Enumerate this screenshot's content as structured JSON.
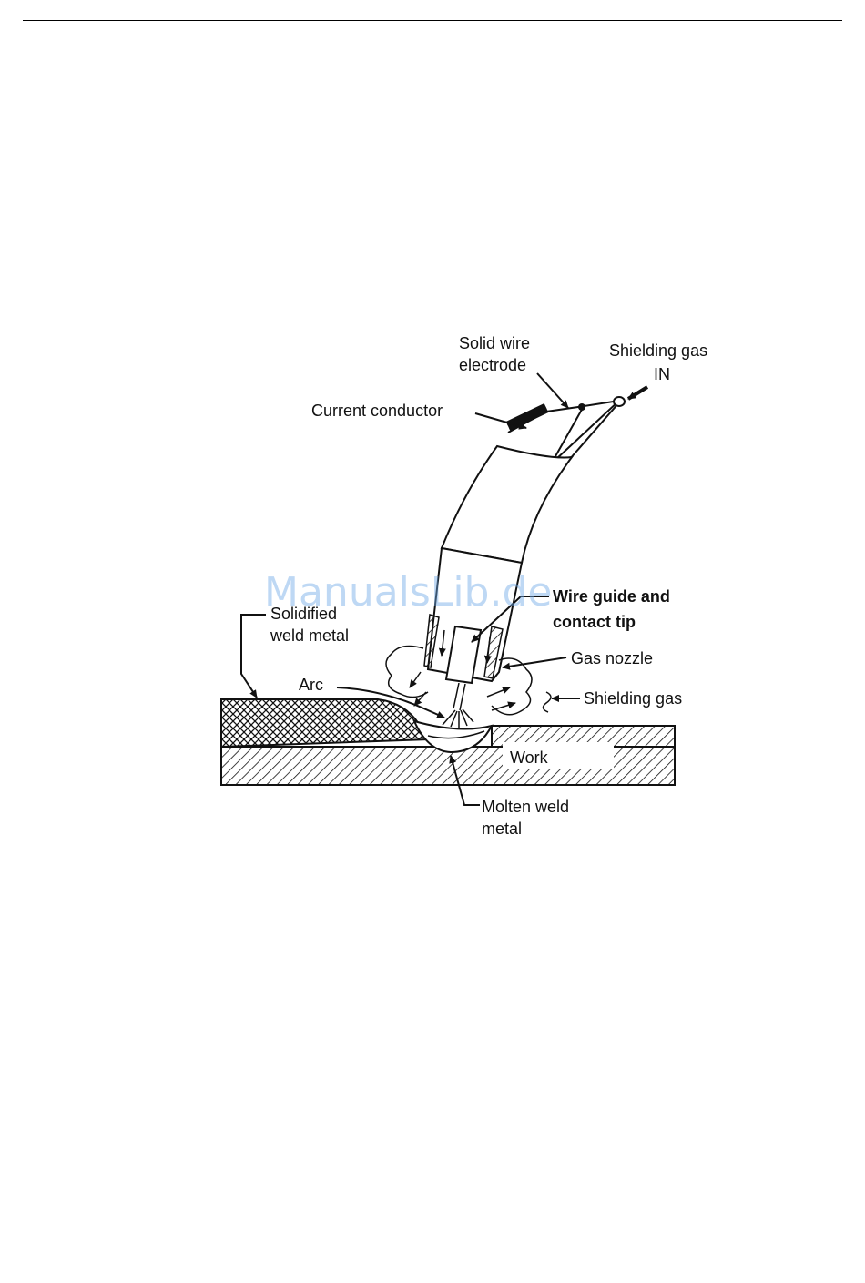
{
  "figure": {
    "labels": {
      "solid_wire_electrode_1": "Solid wire",
      "solid_wire_electrode_2": "electrode",
      "shielding_gas_in_1": "Shielding gas",
      "shielding_gas_in_2": "IN",
      "current_conductor": "Current conductor",
      "wire_guide_1": "Wire guide and",
      "wire_guide_2": "contact tip",
      "gas_nozzle": "Gas nozzle",
      "shielding_gas": "Shielding gas",
      "solidified_1": "Solidified",
      "solidified_2": "weld metal",
      "arc": "Arc",
      "work": "Work",
      "molten_1": "Molten weld",
      "molten_2": "metal"
    },
    "watermark": "ManualsLib.de"
  }
}
